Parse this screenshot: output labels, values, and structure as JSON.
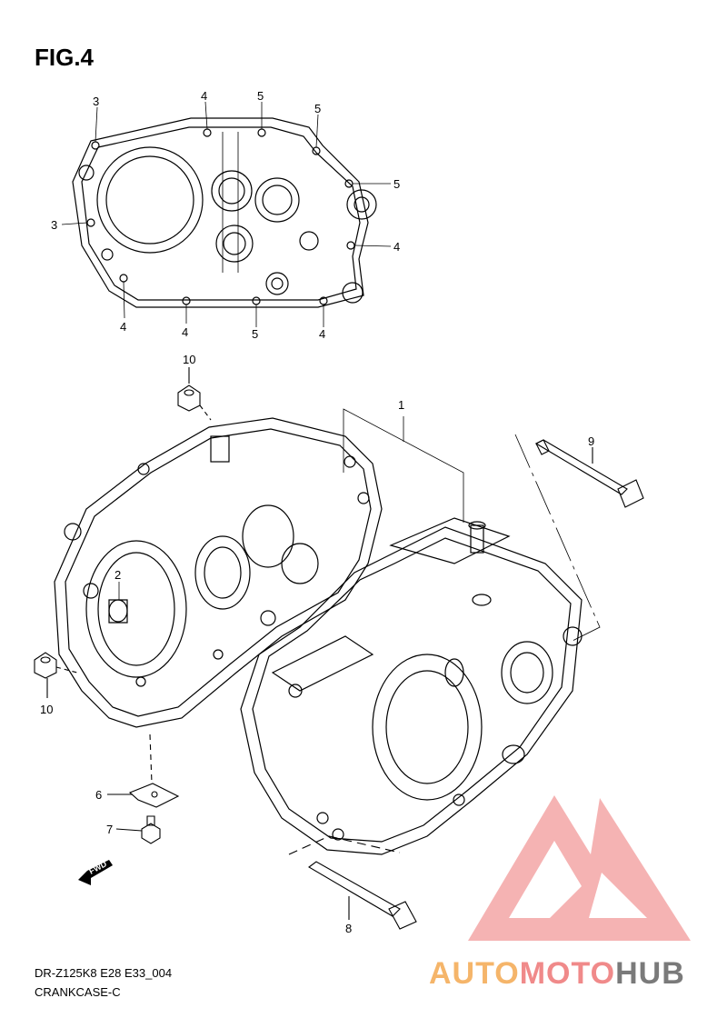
{
  "figure": {
    "title": "FIG.4"
  },
  "top_view_callouts": [
    {
      "id": "tv-3a",
      "label": "3"
    },
    {
      "id": "tv-4a",
      "label": "4"
    },
    {
      "id": "tv-5a",
      "label": "5"
    },
    {
      "id": "tv-5b",
      "label": "5"
    },
    {
      "id": "tv-5c",
      "label": "5"
    },
    {
      "id": "tv-3b",
      "label": "3"
    },
    {
      "id": "tv-4b",
      "label": "4"
    },
    {
      "id": "tv-4c",
      "label": "4"
    },
    {
      "id": "tv-4d",
      "label": "4"
    },
    {
      "id": "tv-5d",
      "label": "5"
    },
    {
      "id": "tv-4e",
      "label": "4"
    }
  ],
  "parts_callouts": [
    {
      "id": "p-10a",
      "label": "10"
    },
    {
      "id": "p-1",
      "label": "1"
    },
    {
      "id": "p-9",
      "label": "9"
    },
    {
      "id": "p-2",
      "label": "2"
    },
    {
      "id": "p-10b",
      "label": "10"
    },
    {
      "id": "p-6",
      "label": "6"
    },
    {
      "id": "p-7",
      "label": "7"
    },
    {
      "id": "p-8",
      "label": "8"
    }
  ],
  "fwd_label": "FWD",
  "footer": {
    "diagram_code": "DR-Z125K8 E28 E33_004",
    "diagram_name": "CRANKCASE-C"
  },
  "watermark": {
    "part_a": "AUTO",
    "part_b": "MOTO",
    "part_c": "HUB",
    "colors": {
      "auto": "#f5b56a",
      "moto": "#f08a8a",
      "hub": "#7a7a7a",
      "logo": "#f29a9a"
    }
  }
}
